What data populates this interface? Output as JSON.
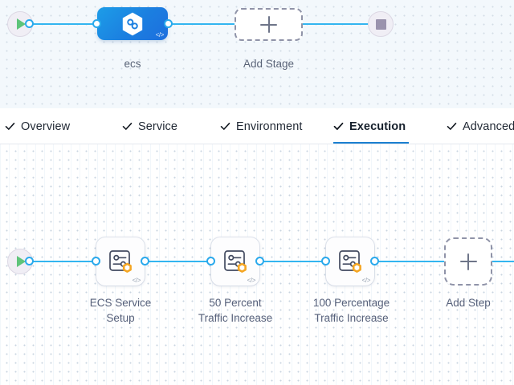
{
  "stage_panel": {
    "background_color": "#f3f8fc",
    "start_node": {
      "icon": "play-icon",
      "name": "pipeline-start"
    },
    "end_node": {
      "icon": "stop-square-icon",
      "name": "pipeline-end"
    },
    "stage": {
      "label": "ecs",
      "icon": "harness-hexagon-icon",
      "code_marker": "</>",
      "accent_color": "#1b7fe0"
    },
    "add_stage": {
      "label": "Add Stage",
      "icon": "plus-icon"
    }
  },
  "tabs": {
    "active_index": 3,
    "accent_color": "#1b7fd0",
    "items": [
      {
        "label": "Overview",
        "icon": "check-icon",
        "completed": true
      },
      {
        "label": "Service",
        "icon": "check-icon",
        "completed": true
      },
      {
        "label": "Environment",
        "icon": "check-icon",
        "completed": true
      },
      {
        "label": "Execution",
        "icon": "check-icon",
        "completed": true
      },
      {
        "label": "Advanced",
        "icon": "check-icon",
        "completed": true
      }
    ]
  },
  "execution_canvas": {
    "background_color": "#ffffff",
    "wire_color": "#33b5f0",
    "start_node": {
      "icon": "play-icon",
      "name": "execution-start"
    },
    "steps": [
      {
        "label": "ECS Service\nSetup",
        "icon": "step-settings-icon",
        "badge": "hexagon-badge",
        "badge_color": "#f5a623",
        "code_marker": "</>"
      },
      {
        "label": "50 Percent\nTraffic Increase",
        "icon": "step-settings-icon",
        "badge": "hexagon-badge",
        "badge_color": "#f5a623",
        "code_marker": "</>"
      },
      {
        "label": "100 Percentage\nTraffic Increase",
        "icon": "step-settings-icon",
        "badge": "hexagon-badge",
        "badge_color": "#f5a623",
        "code_marker": "</>"
      }
    ],
    "add_step": {
      "label": "Add Step",
      "icon": "plus-icon"
    }
  }
}
